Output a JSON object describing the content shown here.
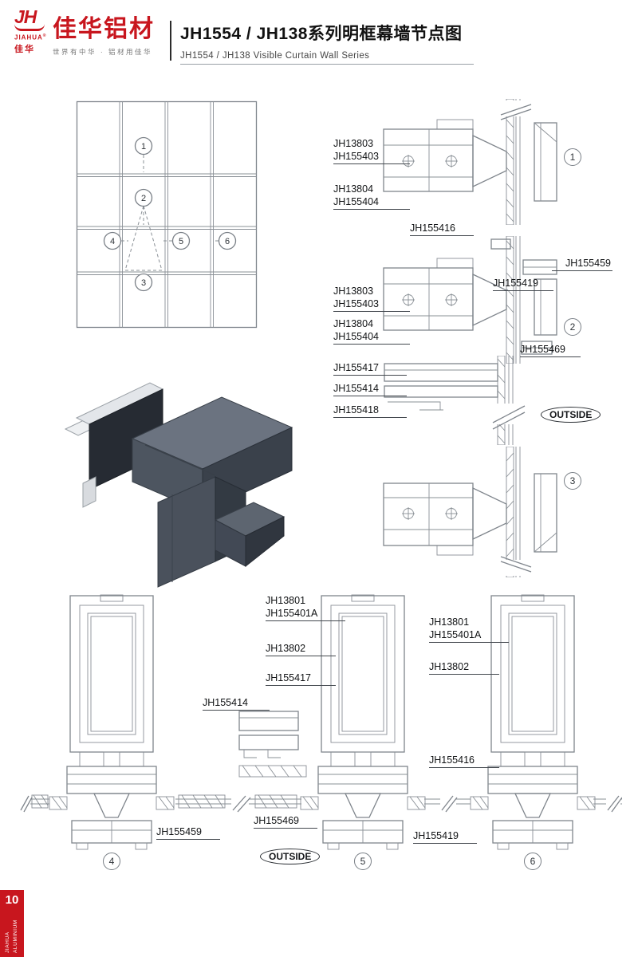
{
  "colors": {
    "brand_red": "#c8161e",
    "line_gray": "#8a9096"
  },
  "header": {
    "logo_monogram": "JH",
    "logo_brand": "JIAHUA",
    "logo_reg": "®",
    "logo_cn": "佳华",
    "brand_title": "佳华铝材",
    "brand_slogan": "世界有中华 · 铝材用佳华",
    "title_cn": "JH1554 / JH138系列明框幕墙节点图",
    "title_en": "JH1554 / JH138 Visible Curtain Wall Series"
  },
  "elevation": {
    "callout_1": "1",
    "callout_2": "2",
    "callout_3": "3",
    "callout_4": "4",
    "callout_5": "5",
    "callout_6": "6"
  },
  "details": {
    "d1_label_1": "JH13803",
    "d1_label_2": "JH155403",
    "d1_label_3": "JH13804",
    "d1_label_4": "JH155404",
    "d1_callout": "1",
    "d2_label_top": "JH155416",
    "d2_label_right_1": "JH155459",
    "d2_label_right_2": "JH155419",
    "d2_label_right_3": "JH155469",
    "d2_label_1": "JH13803",
    "d2_label_2": "JH155403",
    "d2_label_3": "JH13804",
    "d2_label_4": "JH155404",
    "d2_callout": "2",
    "mid_label_1": "JH155417",
    "mid_label_2": "JH155414",
    "mid_label_3": "JH155418",
    "outside_label": "OUTSIDE",
    "d3_callout": "3"
  },
  "bottom": {
    "mid_pair_1": "JH13801",
    "mid_pair_2": "JH155401A",
    "mid_label_3": "JH13802",
    "mid_label_4": "JH155417",
    "mid_label_5": "JH155414",
    "right_pair_1": "JH13801",
    "right_pair_2": "JH155401A",
    "right_label_3": "JH13802",
    "right_label_4": "JH155416",
    "label_459": "JH155459",
    "label_469": "JH155469",
    "label_419": "JH155419",
    "outside_label": "OUTSIDE",
    "callout_4": "4",
    "callout_5": "5",
    "callout_6": "6"
  },
  "footer": {
    "page_number": "10",
    "brand_line_1": "JIAHUA",
    "brand_line_2": "ALUMINIUM"
  }
}
